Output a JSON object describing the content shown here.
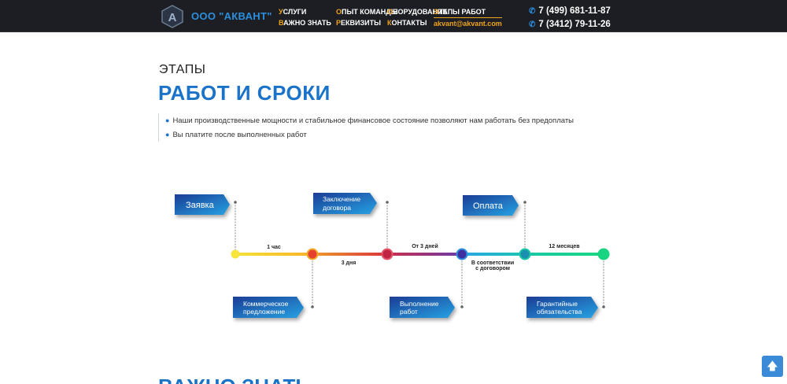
{
  "header": {
    "company": "ООО \"АКВАНТ\"",
    "nav_col1": [
      {
        "first": "У",
        "rest": "СЛУГИ"
      },
      {
        "first": "В",
        "rest": "АЖНО ЗНАТЬ"
      }
    ],
    "nav_col2": [
      {
        "first": "О",
        "rest": "ПЫТ КОМАНДЫ"
      },
      {
        "first": "Р",
        "rest": "ЕКВИЗИТЫ"
      }
    ],
    "nav_col3": [
      {
        "first": "О",
        "rest": "БОРУДОВАНИЕ"
      },
      {
        "first": "К",
        "rest": "ОНТАКТЫ"
      }
    ],
    "nav_col4": [
      {
        "first": "Э",
        "rest": "ТАПЫ РАБОТ"
      }
    ],
    "email": "akvant@akvant.com",
    "phone1": "7 (499) 681-11-87",
    "phone2": "7 (3412) 79-11-26",
    "phone_icon": "phone-icon"
  },
  "section": {
    "subtitle": "ЭТАПЫ",
    "title": "РАБОТ И СРОКИ",
    "bullets": [
      "Наши производственные мощности и стабильное финансовое состояние позволяют нам работать без предоплаты",
      "Вы платите после выполненных работ"
    ]
  },
  "timeline": {
    "top_labels": [
      [
        "Заявка"
      ],
      [
        "Заключение",
        "договора"
      ],
      [
        "Оплата"
      ]
    ],
    "bottom_labels": [
      [
        "Коммерческое",
        "предложение"
      ],
      [
        "Выполнение",
        "работ"
      ],
      [
        "Гарантийные",
        "обязательства"
      ]
    ],
    "durations_above": [
      "1 час",
      "От 3 дней",
      "12 месяцев"
    ],
    "durations_below": [
      "3 дня",
      "В соответствии",
      "с договором"
    ]
  },
  "next_section_title": "ВАЖНО ЗНАТЬ",
  "scroll_top_icon": "arrow-up-icon"
}
